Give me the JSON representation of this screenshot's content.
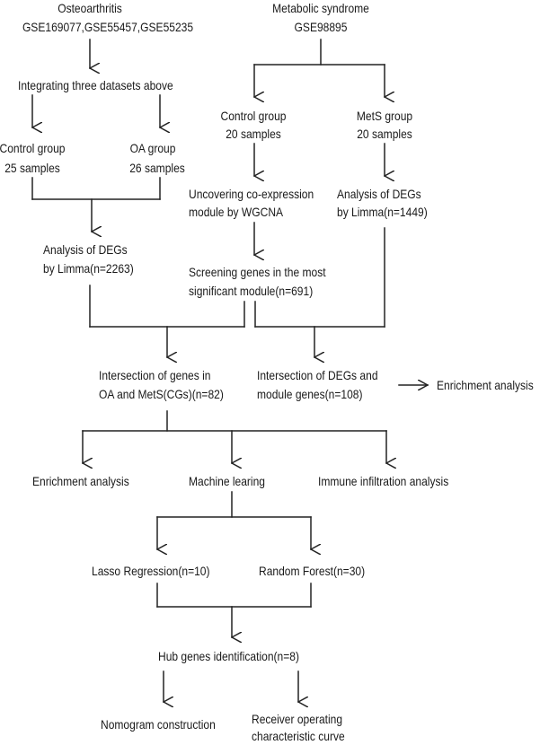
{
  "nodes": {
    "osteoarthritis": "Osteoarthritis",
    "oa_datasets": "GSE169077,GSE55457,GSE55235",
    "metabolic_syndrome": "Metabolic syndrome",
    "mets_dataset": "GSE98895",
    "integrating": "Integrating three datasets above",
    "control_group_mets": "Control group",
    "control_samples_mets": "20 samples",
    "mets_group": "MetS group",
    "mets_samples": "20 samples",
    "control_group_oa": "Control group",
    "control_samples_oa": "25 samples",
    "oa_group": "OA group",
    "oa_samples": "26 samples",
    "wgcna_line1": "Uncovering co-expression",
    "wgcna_line2": "module by WGCNA",
    "degs_mets_line1": "Analysis of DEGs",
    "degs_mets_line2": "by Limma(n=1449)",
    "degs_oa_line1": "Analysis of DEGs",
    "degs_oa_line2": "by Limma(n=2263)",
    "screening_line1": "Screening genes in the most",
    "screening_line2": "significant module(n=691)",
    "intersect_cgs_line1": "Intersection of genes in",
    "intersect_cgs_line2": "OA and MetS(CGs)(n=82)",
    "intersect_degs_line1": "Intersection of DEGs and",
    "intersect_degs_line2": "module genes(n=108)",
    "enrichment_right": "Enrichment analysis",
    "enrichment_left": "Enrichment analysis",
    "machine_learning": "Machine learing",
    "immune": "Immune infiltration analysis",
    "lasso": "Lasso Regression(n=10)",
    "random_forest": "Random Forest(n=30)",
    "hub_genes": "Hub genes identification(n=8)",
    "nomogram": "Nomogram construction",
    "roc_line1": "Receiver operating",
    "roc_line2": "characteristic curve"
  }
}
